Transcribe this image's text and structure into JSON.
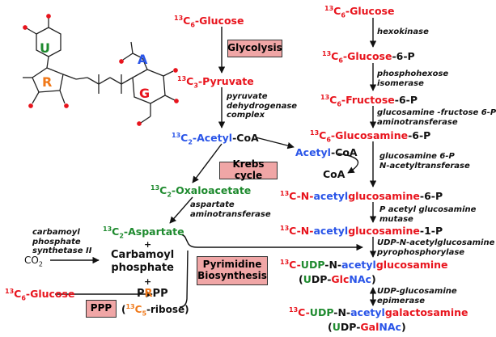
{
  "structure": {
    "letters": {
      "U": "U",
      "R": "R",
      "A": "A",
      "G": "G"
    },
    "colors": {
      "U": "#1e8a2e",
      "R": "#f07818",
      "A": "#2a55e8",
      "G": "#e8141d"
    }
  },
  "boxes": {
    "glycolysis": "Glycolysis",
    "krebs": "Krebs cycle",
    "pyrimidine_1": "Pyrimidine",
    "pyrimidine_2": "Biosynthesis",
    "ppp": "PPP"
  },
  "left_path": {
    "glucose": {
      "iso_mass": "13",
      "iso_sub": "6",
      "name": "-Glucose"
    },
    "pyruvate": {
      "iso_mass": "13",
      "iso_sub": "3",
      "name": "-Pyruvate"
    },
    "pdh_enzyme": [
      "pyruvate",
      "dehydrogenase",
      "complex"
    ],
    "acetylcoa": {
      "iso_mass": "13",
      "iso_sub": "2",
      "part1": "-Acetyl",
      "part2": "-CoA"
    },
    "oxaloacetate": {
      "iso_mass": "13",
      "iso_sub": "2",
      "name": "-Oxaloacetate"
    },
    "ast_enzyme": [
      "aspartate",
      "aminotransferase"
    ],
    "aspartate": {
      "iso_mass": "13",
      "iso_sub": "2",
      "name": "-Aspartate"
    },
    "plus1": "+",
    "carbamoyl_phosphate": [
      "Carbamoyl",
      "phosphate"
    ],
    "plus2": "+",
    "prpp": {
      "p1": "P",
      "p2": "R",
      "p3": "PP"
    },
    "ribose": {
      "open": "(",
      "iso_mass": "13",
      "mid": "C",
      "iso_sub": "5",
      "name": "-ribose)"
    },
    "cps_enzyme": [
      "carbamoyl",
      "phosphate",
      "synthetase II"
    ],
    "co2": {
      "base": "CO",
      "sub": "2"
    },
    "glucose_bottom": {
      "iso_mass": "13",
      "iso_sub": "6",
      "name": "-Glucose"
    }
  },
  "right_path": {
    "glucose": {
      "iso_mass": "13",
      "iso_sub": "6",
      "name": "-Glucose"
    },
    "hexokinase": "hexokinase",
    "glucose6p": {
      "iso_mass": "13",
      "iso_sub": "6",
      "name": "-Glucose",
      "suffix": "-6-P"
    },
    "phi": [
      "phosphohexose",
      "isomerase"
    ],
    "fructose6p": {
      "iso_mass": "13",
      "iso_sub": "6",
      "name": "-Fructose",
      "suffix": "-6-P"
    },
    "gfat": [
      "glucosamine -fructose 6-P",
      "aminotransferase"
    ],
    "glucosamine6p": {
      "iso_mass": "13",
      "iso_sub": "6",
      "name": "-Glucosamine",
      "suffix": "-6-P"
    },
    "acetylcoa": {
      "part1": "Acetyl",
      "part2": "-CoA"
    },
    "gna": [
      "glucosamine  6-P",
      "N-acetyltransferase"
    ],
    "coa": "CoA",
    "glcnac6p": {
      "iso_mass": "13",
      "c": "C-N-",
      "acetyl": "acetyl",
      "glc": "glucosamine",
      "suffix": "-6-P"
    },
    "agm": [
      "P acetyl glucosamine",
      "mutase"
    ],
    "glcnac1p": {
      "iso_mass": "13",
      "c": "C-N-",
      "acetyl": "acetyl",
      "glc": "glucosamine",
      "suffix": "-1-P"
    },
    "uap": [
      "UDP-N-acetylglucosamine",
      "pyrophosphorylase"
    ],
    "udpglcnac": {
      "iso_mass": "13",
      "c": "C-",
      "udp": "UDP",
      "n": "-N-",
      "acetyl": "acetyl",
      "glc": "glucosamine"
    },
    "udpglcnac_abbr": {
      "open": "(",
      "u": "U",
      "dp": "DP",
      "dash": "-",
      "glc": "Glc",
      "n": "N",
      "ac": "Ac",
      "close": ")"
    },
    "gale": [
      "UDP-glucosamine",
      "epimerase"
    ],
    "udpgalnac": {
      "iso_mass": "13",
      "c": "C-",
      "udp": "UDP",
      "n": "-N-",
      "acetyl": "acetyl",
      "gal": "galactosamine"
    },
    "udpgalnac_abbr": {
      "open": "(",
      "u": "U",
      "dp": "DP",
      "dash": "-",
      "gal": "Gal",
      "n": "N",
      "ac": "Ac",
      "close": ")"
    }
  }
}
